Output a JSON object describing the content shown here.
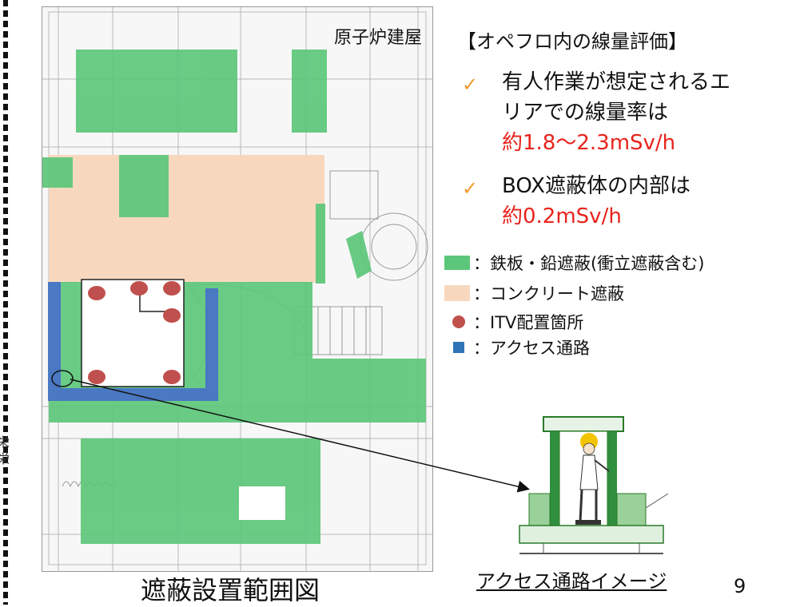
{
  "side_glyph": "栄 栄",
  "map": {
    "building_label": "原子炉建屋",
    "caption": "遮蔽設置範囲図"
  },
  "panel": {
    "heading": "【オペフロ内の線量評価】",
    "bullets": [
      {
        "check": "✓",
        "line1": "有人作業が想定されるエ",
        "line2": "リアでの線量率は",
        "value": "約1.8～2.3mSv/h"
      },
      {
        "check": "✓",
        "line1": "BOX遮蔽体の内部は",
        "value": "約0.2mSv/h"
      }
    ]
  },
  "legend": [
    {
      "symbol": "green-rect",
      "label": "：鉄板・鉛遮蔽(衝立遮蔽含む)",
      "color": "#5cc77a"
    },
    {
      "symbol": "beige-rect",
      "label": "：コンクリート遮蔽",
      "color": "#f7d8bf"
    },
    {
      "symbol": "red-dot",
      "label": "：ITV配置箇所",
      "color": "#c0504d"
    },
    {
      "symbol": "blue-square",
      "label": "：アクセス通路",
      "color": "#2e75b6"
    }
  ],
  "access_image": {
    "caption": "アクセス通路イメージ"
  },
  "page_number": "9",
  "colors": {
    "shield_green": "#5cc77a",
    "concrete_beige": "#f7d8bf",
    "itv_red": "#c0504d",
    "access_blue": "#4a78c2",
    "check_orange": "#f39a2c",
    "dose_red": "#e8231c"
  }
}
